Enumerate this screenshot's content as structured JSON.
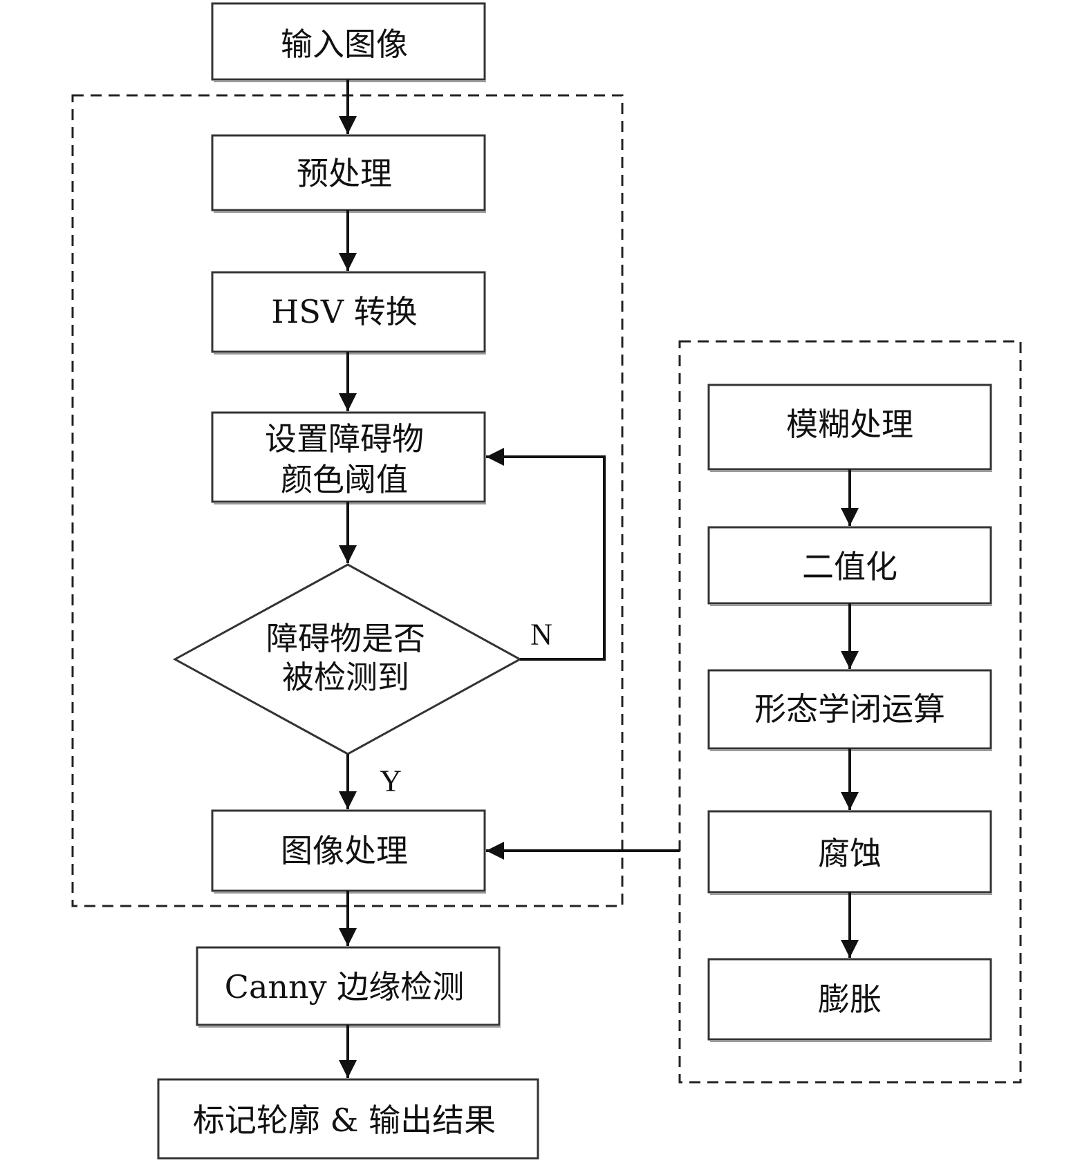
{
  "main_flow": {
    "input_image": "输入图像",
    "preprocess": "预处理",
    "hsv_convert": "HSV 转换",
    "set_threshold_line1": "设置障碍物",
    "set_threshold_line2": "颜色阈值",
    "decision_line1": "障碍物是否",
    "decision_line2": "被检测到",
    "no_label": "N",
    "yes_label": "Y",
    "image_processing": "图像处理",
    "canny": "Canny 边缘检测",
    "output": "标记轮廓 & 输出结果"
  },
  "sub_flow": {
    "blur": "模糊处理",
    "binarize": "二值化",
    "morph_close": "形态学闭运算",
    "erode": "腐蚀",
    "dilate": "膨胀"
  }
}
